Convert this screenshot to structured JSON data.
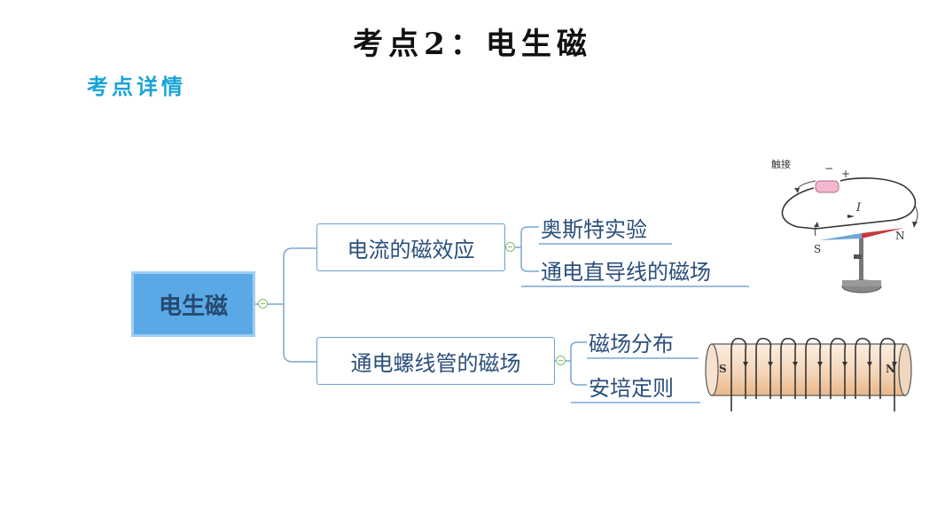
{
  "title": "考点2：电生磁",
  "subtitle": "考点详情",
  "mindmap": {
    "root": "电生磁",
    "branch1": {
      "label": "电流的磁效应",
      "children": [
        "奥斯特实验",
        "通电直导线的磁场"
      ]
    },
    "branch2": {
      "label": "通电螺线管的磁场",
      "children": [
        "磁场分布",
        "安培定则"
      ]
    }
  },
  "oersted_figure": {
    "contact_label": "触接",
    "minus": "−",
    "plus": "+",
    "current": "I",
    "south": "S",
    "north": "N"
  },
  "solenoid_figure": {
    "south": "S",
    "north": "N"
  }
}
